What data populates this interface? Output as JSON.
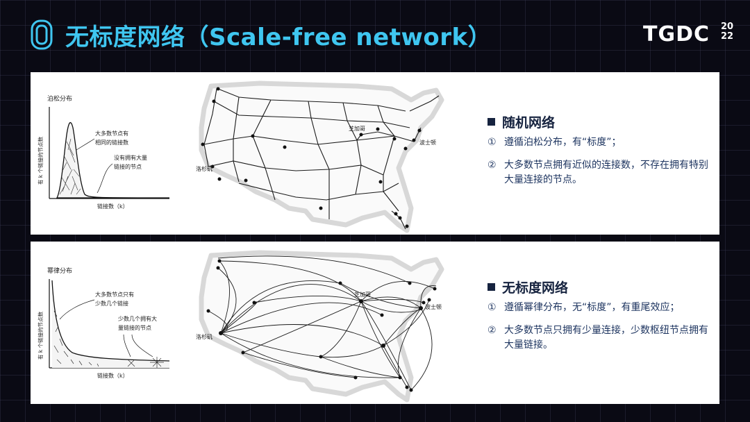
{
  "header": {
    "title": "无标度网络（Scale-free network）",
    "brand": "TGDC",
    "brand_year_top": "20",
    "brand_year_bottom": "22"
  },
  "top_panel": {
    "graph": {
      "title": "泊松分布",
      "y_axis_label": "有 k 个链接的节点数",
      "x_axis_label": "链接数（k）",
      "annotation_1_line1": "大多数节点有",
      "annotation_1_line2": "相同的链接数",
      "annotation_2_line1": "没有拥有大量",
      "annotation_2_line2": "链接的节点"
    },
    "map": {
      "label_chicago": "芝加哥",
      "label_boston": "波士顿",
      "label_la": "洛杉矶"
    },
    "heading": "随机网络",
    "items": [
      {
        "num": "①",
        "text": "遵循泊松分布，有“标度”；"
      },
      {
        "num": "②",
        "text": "大多数节点拥有近似的连接数，不存在拥有特别大量连接的节点。"
      }
    ]
  },
  "bottom_panel": {
    "graph": {
      "title": "幂律分布",
      "y_axis_label": "有 k 个链接的节点数",
      "x_axis_label": "链接数（k）",
      "annotation_1_line1": "大多数节点只有",
      "annotation_1_line2": "少数几个链接",
      "annotation_2_line1": "少数几个拥有大",
      "annotation_2_line2": "量链接的节点"
    },
    "map": {
      "label_chicago": "芝加哥",
      "label_boston": "波士顿",
      "label_la": "洛杉矶"
    },
    "heading": "无标度网络",
    "items": [
      {
        "num": "①",
        "text": "遵循幂律分布，无“标度”，有重尾效应；"
      },
      {
        "num": "②",
        "text": "大多数节点只拥有少量连接，少数枢纽节点拥有大量链接。"
      }
    ]
  },
  "colors": {
    "title_cyan": "#3fc6f0",
    "heading_navy": "#16233f",
    "body_blue": "#1e3560"
  }
}
